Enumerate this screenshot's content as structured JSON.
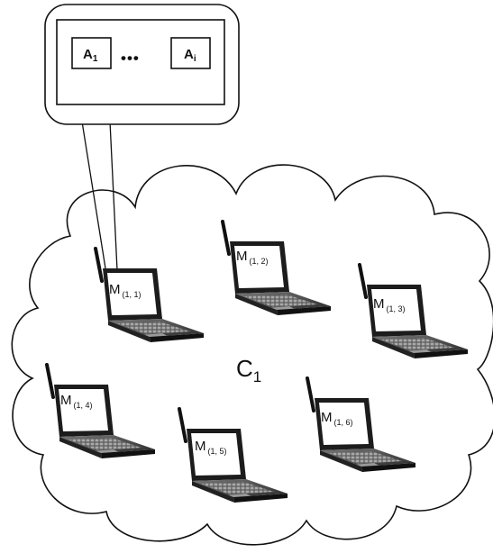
{
  "cloud_label": {
    "base": "C",
    "sub": "1"
  },
  "agent_box": {
    "first": {
      "base": "A",
      "sub": "1"
    },
    "ellipsis": "•••",
    "last": {
      "base": "A",
      "sub": "i"
    }
  },
  "devices": [
    {
      "base": "M",
      "sub": "(1, 1)"
    },
    {
      "base": "M",
      "sub": "(1, 2)"
    },
    {
      "base": "M",
      "sub": "(1, 3)"
    },
    {
      "base": "M",
      "sub": "(1, 4)"
    },
    {
      "base": "M",
      "sub": "(1, 5)"
    },
    {
      "base": "M",
      "sub": "(1, 6)"
    }
  ]
}
